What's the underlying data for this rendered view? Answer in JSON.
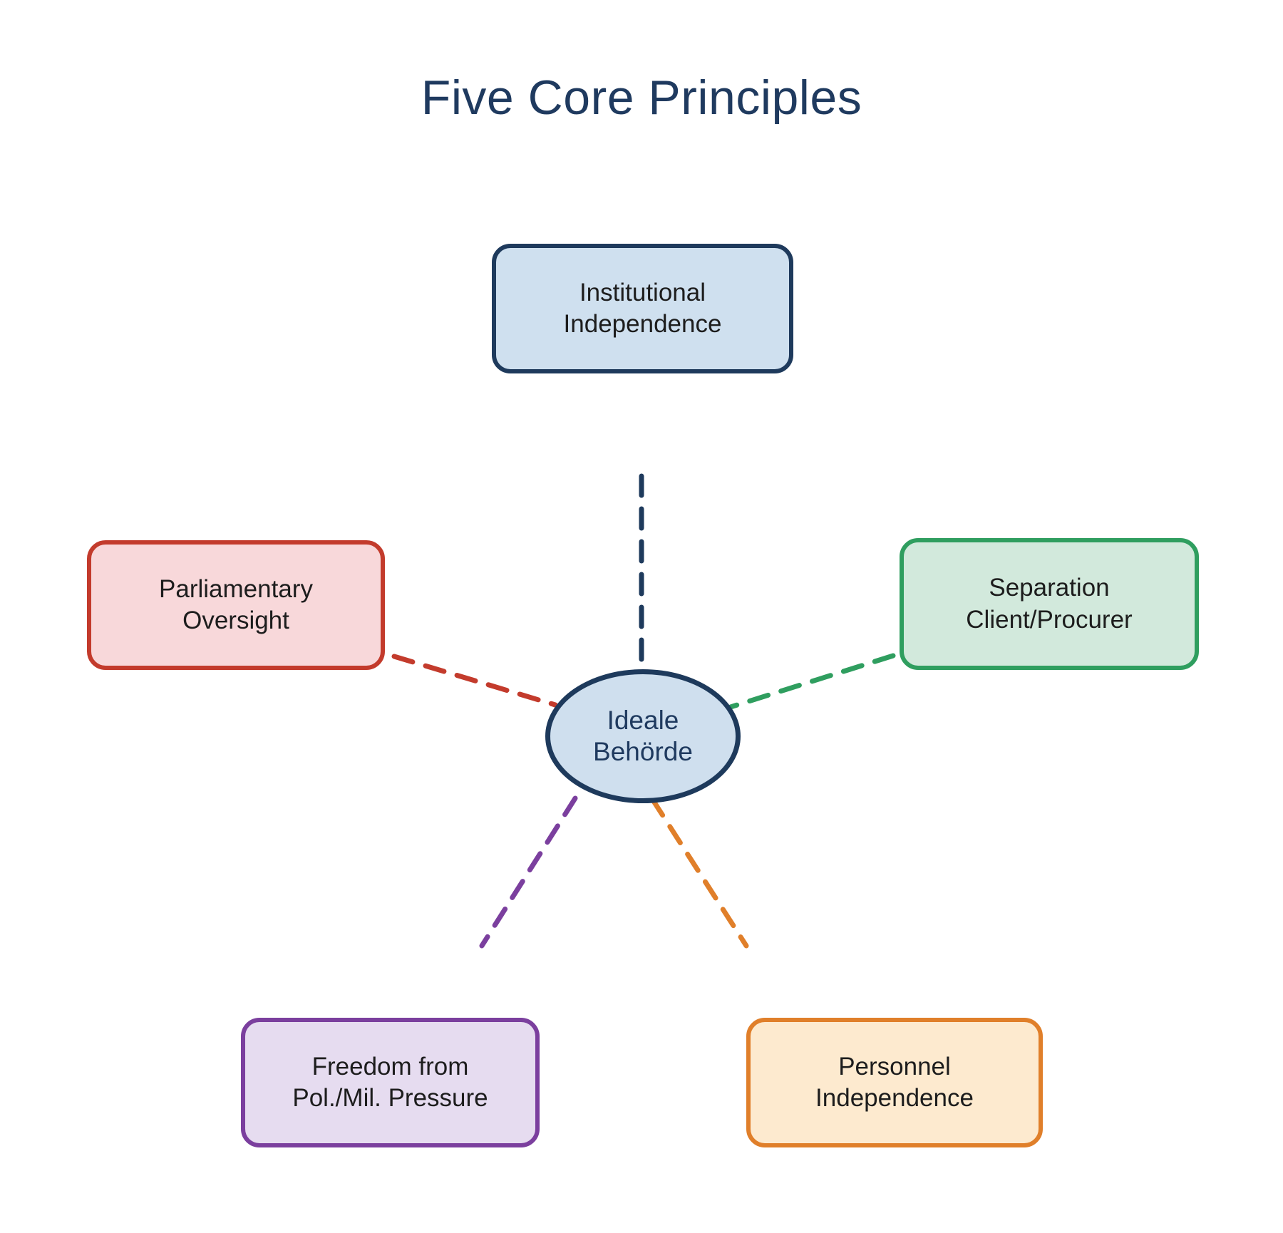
{
  "title": "Five Core Principles",
  "colors": {
    "background": "#ffffff",
    "title_text": "#1f3a5f",
    "node_text": "#1d1d1d",
    "center_text": "#1f3a5f"
  },
  "center_node": {
    "id": "ideale-behoerde",
    "label": "Ideale\nBehörde",
    "border_color": "#1e3a5c",
    "fill_color": "#cfdfee",
    "text_color": "#1f3a5f"
  },
  "nodes": [
    {
      "id": "institutional-independence",
      "label": "Institutional\nIndependence",
      "border_color": "#1e3a5c",
      "fill_color": "#cfe0ef"
    },
    {
      "id": "parliamentary-oversight",
      "label": "Parliamentary\nOversight",
      "border_color": "#c33b2c",
      "fill_color": "#f8d8da"
    },
    {
      "id": "separation-client-procurer",
      "label": "Separation\nClient/Procurer",
      "border_color": "#2f9e5f",
      "fill_color": "#d2e9dc"
    },
    {
      "id": "freedom-pol-mil-pressure",
      "label": "Freedom from\nPol./Mil. Pressure",
      "border_color": "#7b3f9e",
      "fill_color": "#e6dcf0"
    },
    {
      "id": "personnel-independence",
      "label": "Personnel\nIndependence",
      "border_color": "#e07f2a",
      "fill_color": "#fdeacf"
    }
  ],
  "edges": [
    {
      "from": "ideale-behoerde",
      "to": "institutional-independence",
      "color": "#1e3a5c",
      "style": "dashed"
    },
    {
      "from": "ideale-behoerde",
      "to": "parliamentary-oversight",
      "color": "#c33b2c",
      "style": "dashed"
    },
    {
      "from": "ideale-behoerde",
      "to": "separation-client-procurer",
      "color": "#2f9e5f",
      "style": "dashed"
    },
    {
      "from": "ideale-behoerde",
      "to": "freedom-pol-mil-pressure",
      "color": "#7b3f9e",
      "style": "dashed"
    },
    {
      "from": "ideale-behoerde",
      "to": "personnel-independence",
      "color": "#e07f2a",
      "style": "dashed"
    }
  ]
}
